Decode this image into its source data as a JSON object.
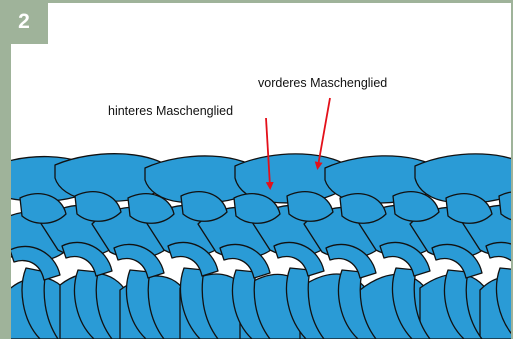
{
  "step": {
    "number": "2"
  },
  "labels": {
    "front_loop": "vorderes Maschenglied",
    "back_loop": "hinteres Maschenglied"
  },
  "colors": {
    "frame": "#9fb39a",
    "yarn": "#2a9bd6",
    "outline": "#111111",
    "arrow": "#e3101a"
  }
}
